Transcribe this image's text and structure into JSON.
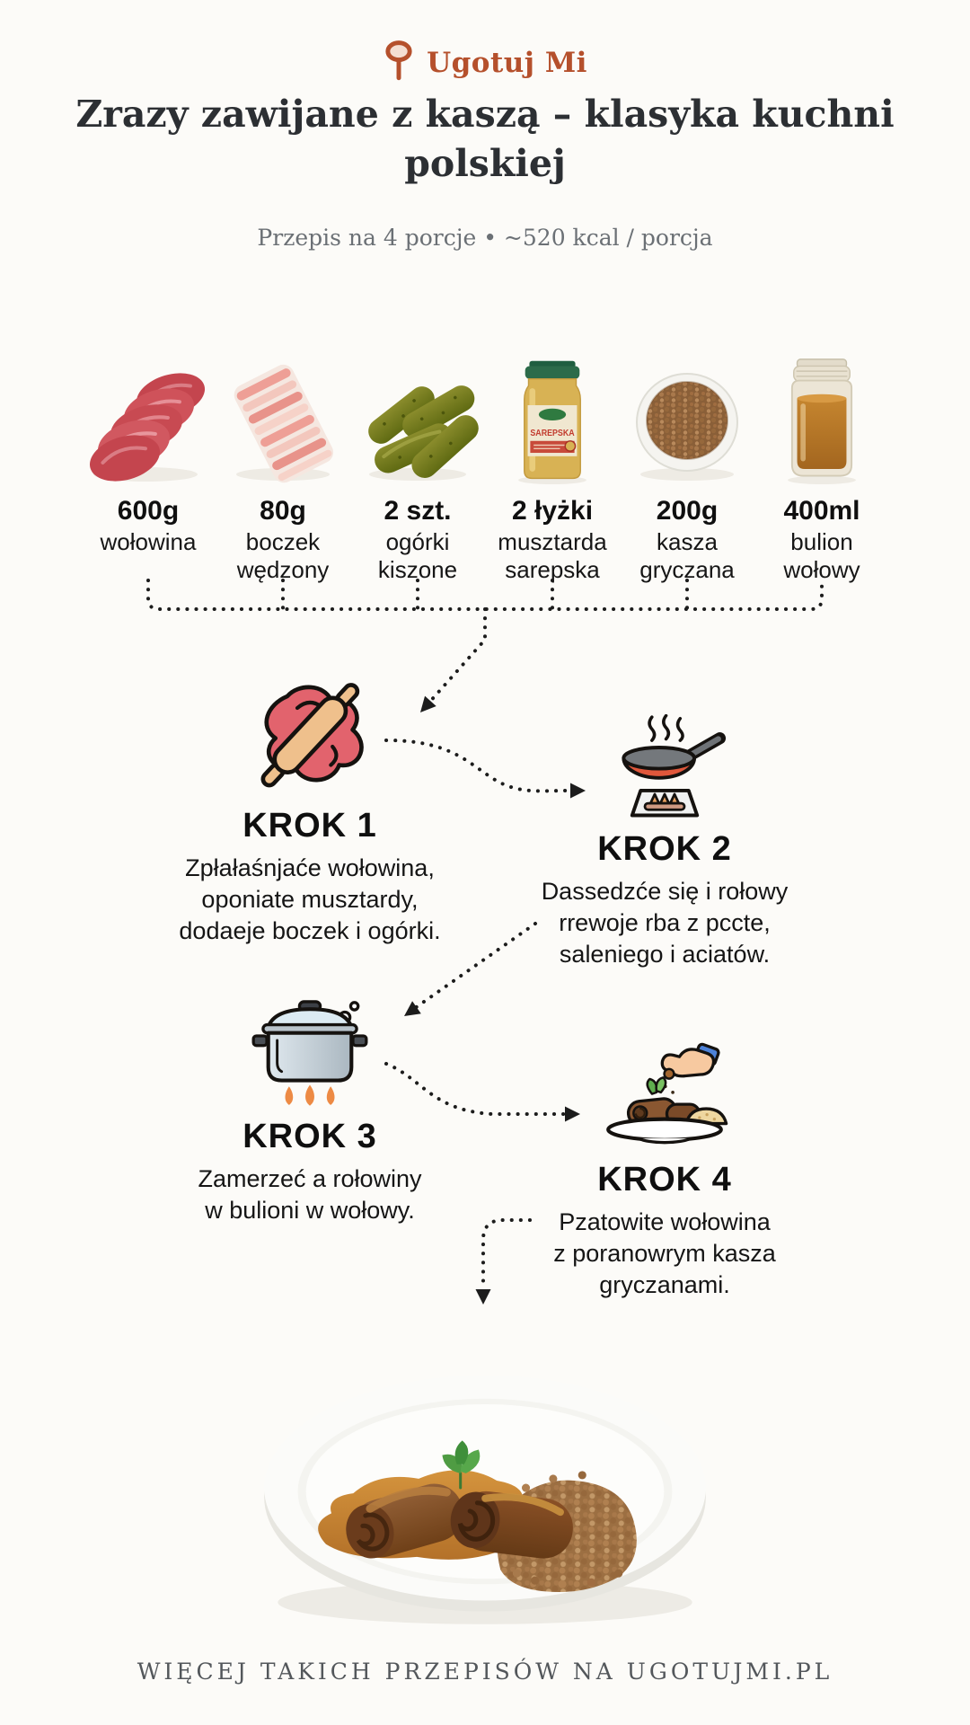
{
  "page": {
    "background": "#fcfbf8"
  },
  "colors": {
    "accent_rust": "#b5502c",
    "title_text": "#2c2f33",
    "muted_text": "#6b7075",
    "body_text": "#151515",
    "dotted_line": "#1c1c1c",
    "pan_red": "#e0573b",
    "flame_orange": "#ed8a44",
    "meat_red": "#e2636d",
    "rolling_pin_tan": "#efc08c",
    "sleeve_blue": "#4d82d8",
    "mustard_lid_green": "#2c6b4a",
    "broth_amber": "#c5852f"
  },
  "icons": [
    "spoon-logo-icon",
    "beef-slices-photo",
    "bacon-photo",
    "pickles-photo",
    "mustard-jar-photo",
    "buckwheat-bowl-photo",
    "broth-jar-photo",
    "rolling-pin-meat-icon",
    "frying-pan-icon",
    "cooking-pot-icon",
    "plate-garnish-icon",
    "dotted-arrow"
  ],
  "logo": {
    "name": "Ugotuj Mi"
  },
  "header": {
    "title_line1": "Zrazy zawijane z kaszą – klasyka kuchni",
    "title_line2": "polskiej",
    "subtitle": "Przepis na 4 porcje • ~520 kcal / porcja"
  },
  "ingredients": [
    {
      "qty": "600g",
      "name": "wołowina",
      "icon": "beef-slices-photo"
    },
    {
      "qty": "80g",
      "name": "boczek wędzony",
      "icon": "bacon-photo"
    },
    {
      "qty": "2 szt.",
      "name": "ogórki kiszone",
      "icon": "pickles-photo"
    },
    {
      "qty": "2 łyżki",
      "name": "musztarda sarepska",
      "icon": "mustard-jar-photo",
      "jar_label": "SAREPSKA"
    },
    {
      "qty": "200g",
      "name": "kasza gryczana",
      "icon": "buckwheat-bowl-photo"
    },
    {
      "qty": "400ml",
      "name": "bulion wołowy",
      "icon": "broth-jar-photo"
    }
  ],
  "steps": [
    {
      "title": "KROK 1",
      "icon": "rolling-pin-meat-icon",
      "lines": [
        "Zpłałaśnjaće wołowina,",
        "oponiate musztardy,",
        "dodaeje boczek i ogórki."
      ]
    },
    {
      "title": "KROK 2",
      "icon": "frying-pan-icon",
      "lines": [
        "Dassedzće się i rołowy",
        "rrewoje rba z pccte,",
        "saleniego i aciatów."
      ]
    },
    {
      "title": "KROK 3",
      "icon": "cooking-pot-icon",
      "lines": [
        "Zamerzeć a rołowiny",
        "w bulioni w wołowy."
      ]
    },
    {
      "title": "KROK 4",
      "icon": "plate-garnish-icon",
      "lines": [
        "Pzatowite wołowina",
        "z poranowrym kasza",
        "gryczanami."
      ]
    }
  ],
  "footer": {
    "text": "WIĘCEJ TAKICH PRZEPISÓW NA UGOTUJMI.PL"
  }
}
